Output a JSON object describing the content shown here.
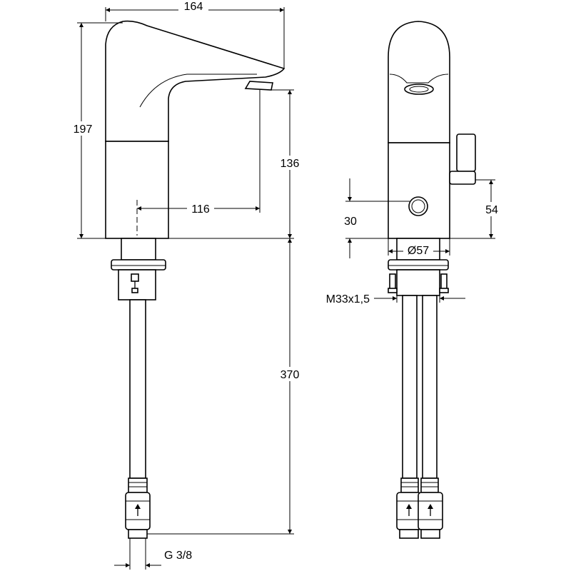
{
  "drawing": {
    "left_view": {
      "width": "164",
      "height_total": "197",
      "spout_height": "136",
      "projection": "116",
      "supply_length": "370",
      "thread_connection": "G 3/8"
    },
    "right_view": {
      "sensor_offset": "30",
      "lever_offset": "54",
      "base_diameter": "Ø57",
      "mounting_thread": "M33x1,5"
    }
  }
}
